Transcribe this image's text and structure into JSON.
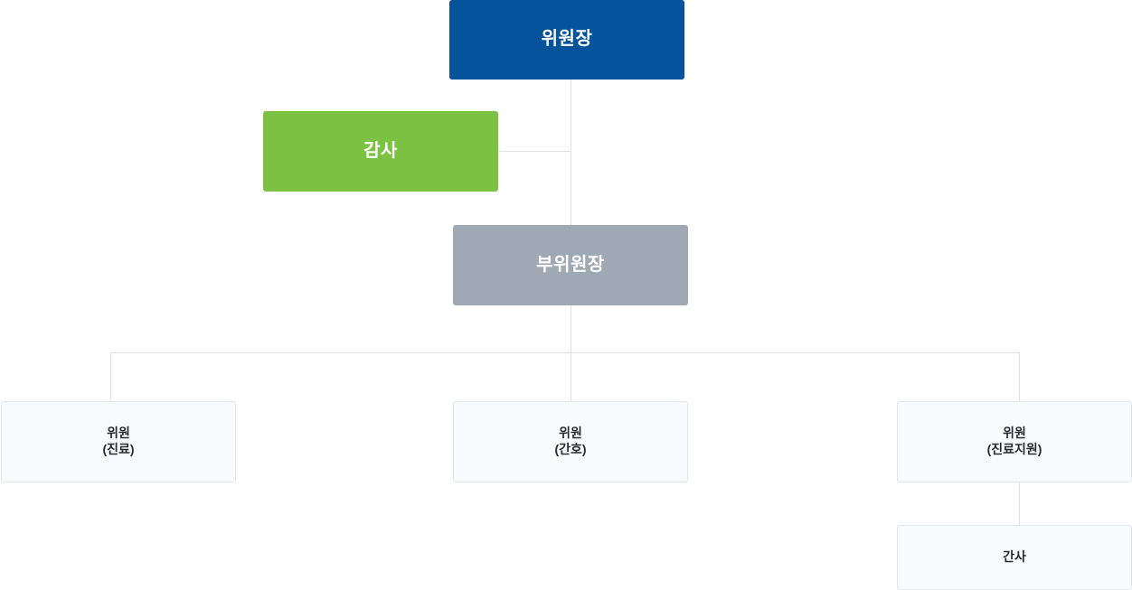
{
  "chart": {
    "type": "org-chart",
    "title": "",
    "colors": {
      "chair_bg": "#05539a",
      "audit_bg": "#7cc242",
      "vice_bg": "#9fa9b3",
      "plain_bg": "#f8fafc",
      "plain_border": "#e3e7ec",
      "line": "#dfe3e8",
      "filled_text": "#ffffff",
      "plain_text": "#2b2b2b",
      "page_bg": "#ffffff"
    },
    "nodes": {
      "chair": {
        "label": "위원장",
        "style": "filled-blue",
        "level": 1
      },
      "audit": {
        "label": "감사",
        "style": "filled-green",
        "level": 1.5
      },
      "vice": {
        "label": "부위원장",
        "style": "filled-gray",
        "level": 2
      },
      "member_medical": {
        "label": "위원\n(진료)",
        "style": "plain",
        "level": 3
      },
      "member_nursing": {
        "label": "위원\n(간호)",
        "style": "plain",
        "level": 3
      },
      "member_support": {
        "label": "위원\n(진료지원)",
        "style": "plain",
        "level": 3
      },
      "secretary": {
        "label": "간사",
        "style": "plain",
        "level": 4
      }
    },
    "edges": [
      {
        "from": "chair",
        "to": "vice",
        "kind": "vertical"
      },
      {
        "from": "chair",
        "to": "audit",
        "kind": "staff-branch"
      },
      {
        "from": "vice",
        "to": "member_medical",
        "kind": "bus"
      },
      {
        "from": "vice",
        "to": "member_nursing",
        "kind": "bus"
      },
      {
        "from": "vice",
        "to": "member_support",
        "kind": "bus"
      },
      {
        "from": "member_support",
        "to": "secretary",
        "kind": "vertical"
      }
    ]
  }
}
